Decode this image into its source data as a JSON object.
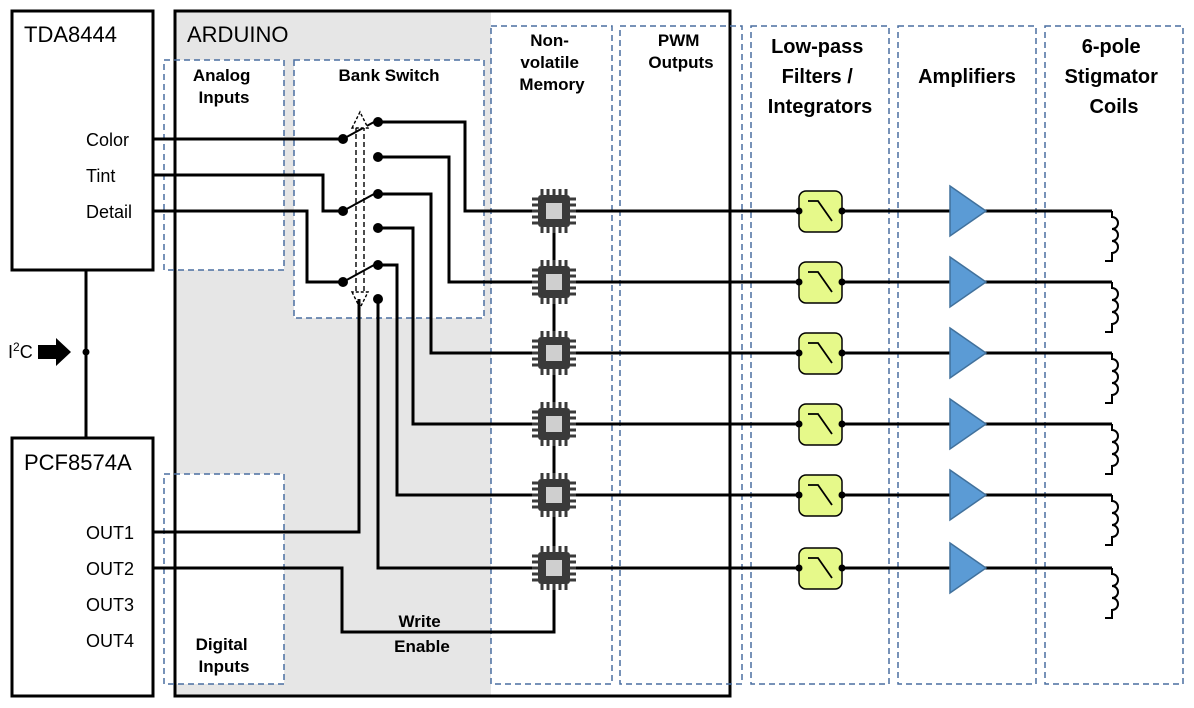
{
  "blocks": {
    "tda": {
      "title": "TDA8444",
      "pins": [
        "Color",
        "Tint",
        "Detail"
      ]
    },
    "pcf": {
      "title": "PCF8574A",
      "pins": [
        "OUT1",
        "OUT2",
        "OUT3",
        "OUT4"
      ]
    },
    "bus": {
      "prefix": "I",
      "sup": "2",
      "suffix": "C"
    },
    "arduino": {
      "title": "ARDUINO"
    }
  },
  "sections": {
    "analog_inputs": [
      "Analog",
      "Inputs"
    ],
    "bank_switch": [
      "Bank Switch"
    ],
    "memory": [
      "Non-",
      "volatile",
      "Memory"
    ],
    "pwm": [
      "PWM",
      "Outputs"
    ],
    "filters": [
      "Low-pass",
      "Filters /",
      "Integrators"
    ],
    "amplifiers": [
      "Amplifiers"
    ],
    "coils": [
      "6-pole",
      "Stigmator",
      "Coils"
    ],
    "digital_inputs": [
      "Digital",
      "Inputs"
    ],
    "write_enable": [
      "Write",
      "Enable"
    ]
  },
  "colors": {
    "arduino_fill": "#e6e6e6",
    "section_border": "#4a6fa0",
    "filter_fill": "#e6f98a",
    "amp_fill": "#5b9bd5",
    "chip_fill": "#3a3a3a",
    "chip_core": "#cfcfcf"
  }
}
